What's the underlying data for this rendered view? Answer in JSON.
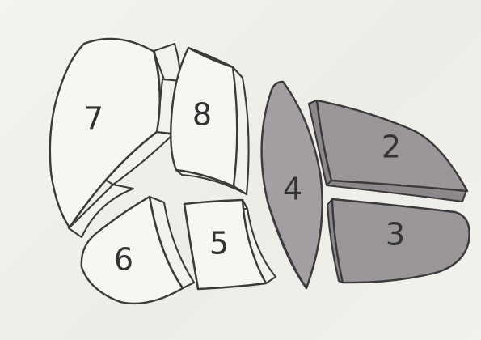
{
  "diagram": {
    "segments": [
      {
        "id": "7",
        "label": "7",
        "shaded": false
      },
      {
        "id": "8",
        "label": "8",
        "shaded": false
      },
      {
        "id": "6",
        "label": "6",
        "shaded": false
      },
      {
        "id": "5",
        "label": "5",
        "shaded": false
      },
      {
        "id": "4",
        "label": "4",
        "shaded": true
      },
      {
        "id": "2",
        "label": "2",
        "shaded": true
      },
      {
        "id": "3",
        "label": "3",
        "shaded": true
      }
    ],
    "colors": {
      "paper": "#f1f0ec",
      "line": "#3a3a3a",
      "shaded": "#9a969a",
      "unshaded": "#f7f6f2"
    }
  }
}
